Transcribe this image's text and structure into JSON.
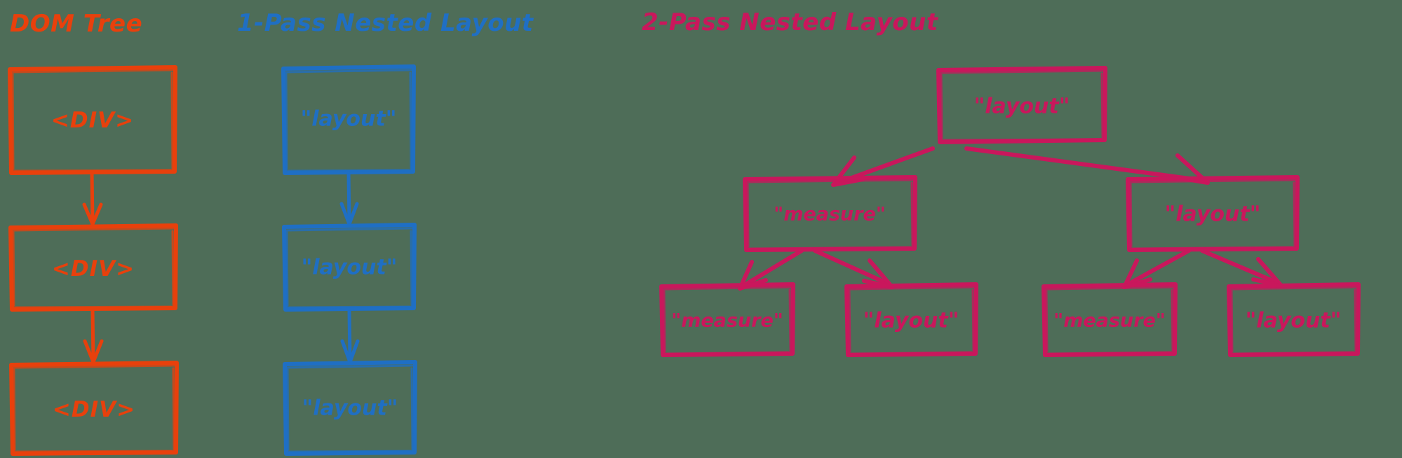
{
  "palette": {
    "background": "#4e6d58",
    "dom_orange": "#e8400c",
    "pass1_blue": "#1f6fc4",
    "pass2_crimson": "#c9175c"
  },
  "columns": [
    {
      "key": "dom_tree",
      "heading": "DOM Tree",
      "color": "#e8400c",
      "nodes": [
        {
          "label": "<DIV>"
        },
        {
          "label": "<DIV>"
        },
        {
          "label": "<DIV>"
        }
      ]
    },
    {
      "key": "one_pass",
      "heading": "1-Pass Nested Layout",
      "color": "#1f6fc4",
      "nodes": [
        {
          "label": "\"layout\""
        },
        {
          "label": "\"layout\""
        },
        {
          "label": "\"layout\""
        }
      ]
    },
    {
      "key": "two_pass",
      "heading": "2-Pass Nested Layout",
      "color": "#c9175c",
      "nodes": [
        {
          "label": "\"layout\""
        },
        {
          "label": "\"measure\""
        },
        {
          "label": "\"layout\""
        },
        {
          "label": "\"measure\""
        },
        {
          "label": "\"layout\""
        },
        {
          "label": "\"measure\""
        },
        {
          "label": "\"layout\""
        }
      ]
    }
  ]
}
